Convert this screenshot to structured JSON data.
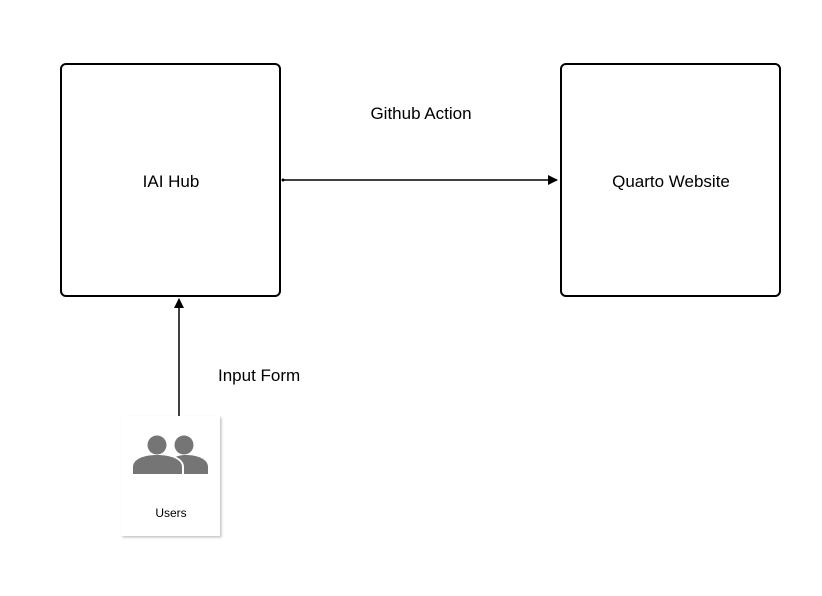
{
  "nodes": {
    "iai_hub": {
      "label": "IAI Hub"
    },
    "quarto_website": {
      "label": "Quarto Website"
    },
    "users": {
      "label": "Users",
      "icon": "users-icon"
    }
  },
  "edges": {
    "github_action": {
      "label": "Github Action"
    },
    "input_form": {
      "label": "Input Form"
    }
  },
  "colors": {
    "stroke": "#000000",
    "icon": "#757575",
    "card_shadow": "#cfcfcf"
  }
}
